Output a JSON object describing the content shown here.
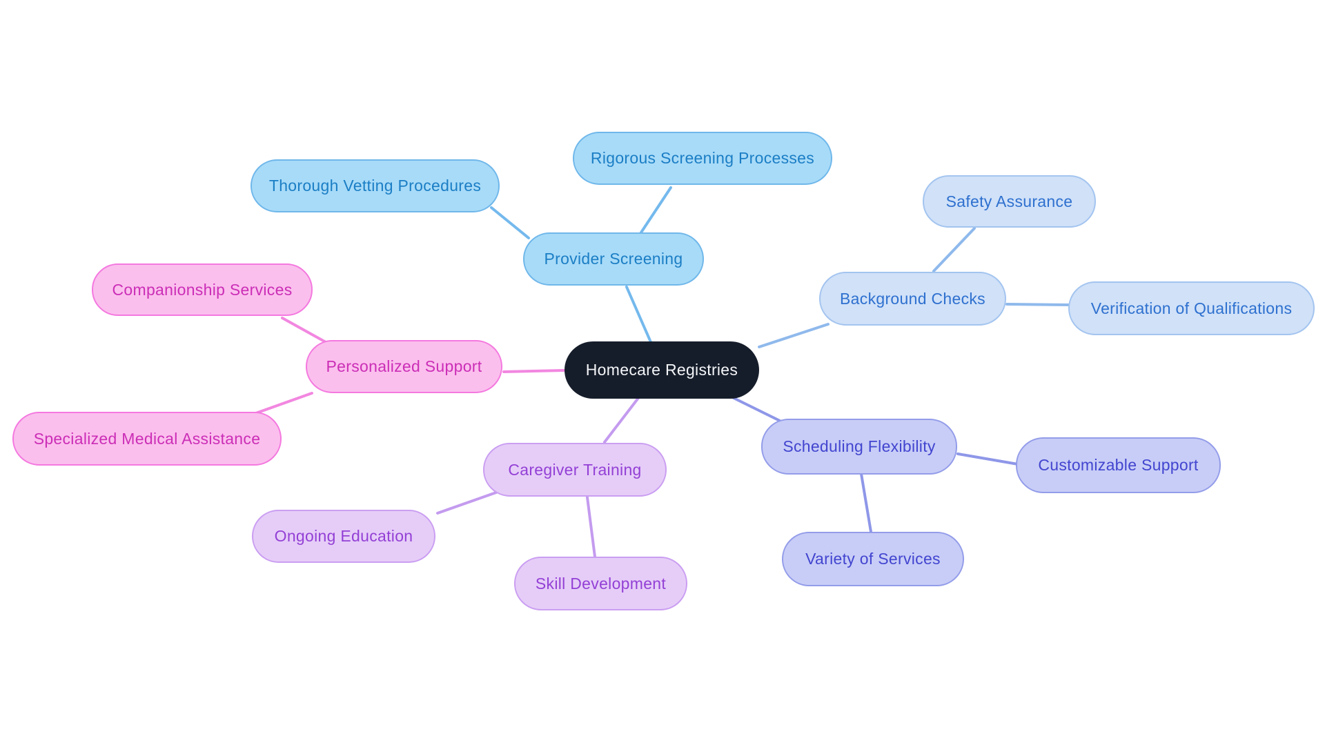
{
  "diagram": {
    "type": "mindmap",
    "title": "Homecare Registries"
  },
  "nodes": {
    "center": {
      "label": "Homecare Registries"
    },
    "provider_screening": {
      "label": "Provider Screening"
    },
    "thorough_vetting": {
      "label": "Thorough Vetting Procedures"
    },
    "rigorous_screening": {
      "label": "Rigorous Screening Processes"
    },
    "background_checks": {
      "label": "Background Checks"
    },
    "safety_assurance": {
      "label": "Safety Assurance"
    },
    "verification_qualifications": {
      "label": "Verification of Qualifications"
    },
    "personalized_support": {
      "label": "Personalized Support"
    },
    "companionship_services": {
      "label": "Companionship Services"
    },
    "specialized_medical": {
      "label": "Specialized Medical Assistance"
    },
    "caregiver_training": {
      "label": "Caregiver Training"
    },
    "ongoing_education": {
      "label": "Ongoing Education"
    },
    "skill_development": {
      "label": "Skill Development"
    },
    "scheduling_flexibility": {
      "label": "Scheduling Flexibility"
    },
    "customizable_support": {
      "label": "Customizable Support"
    },
    "variety_of_services": {
      "label": "Variety of Services"
    }
  },
  "colors": {
    "background": "#ffffff",
    "center_fill": "#161d2a",
    "center_text": "#f3f5f8",
    "provider_fill": "#a8dbf8",
    "provider_border": "#6fb7ea",
    "provider_text": "#1b7ec5",
    "provider_edge": "#74b9ed",
    "background_checks_fill": "#d0e1f8",
    "background_checks_border": "#a3c4ef",
    "background_checks_text": "#2e70cf",
    "background_checks_edge": "#8fb9ec",
    "pink_fill": "#fbbfee",
    "pink_border": "#f478df",
    "pink_text": "#cb2eb6",
    "pink_edge": "#f287e0",
    "purple_fill": "#e6cdf8",
    "purple_border": "#ca9ef1",
    "purple_text": "#9340d5",
    "purple_edge": "#c49bef",
    "periwinkle_fill": "#c8cdf7",
    "periwinkle_border": "#939ce9",
    "periwinkle_text": "#4245cf",
    "periwinkle_edge": "#8e97e8"
  }
}
